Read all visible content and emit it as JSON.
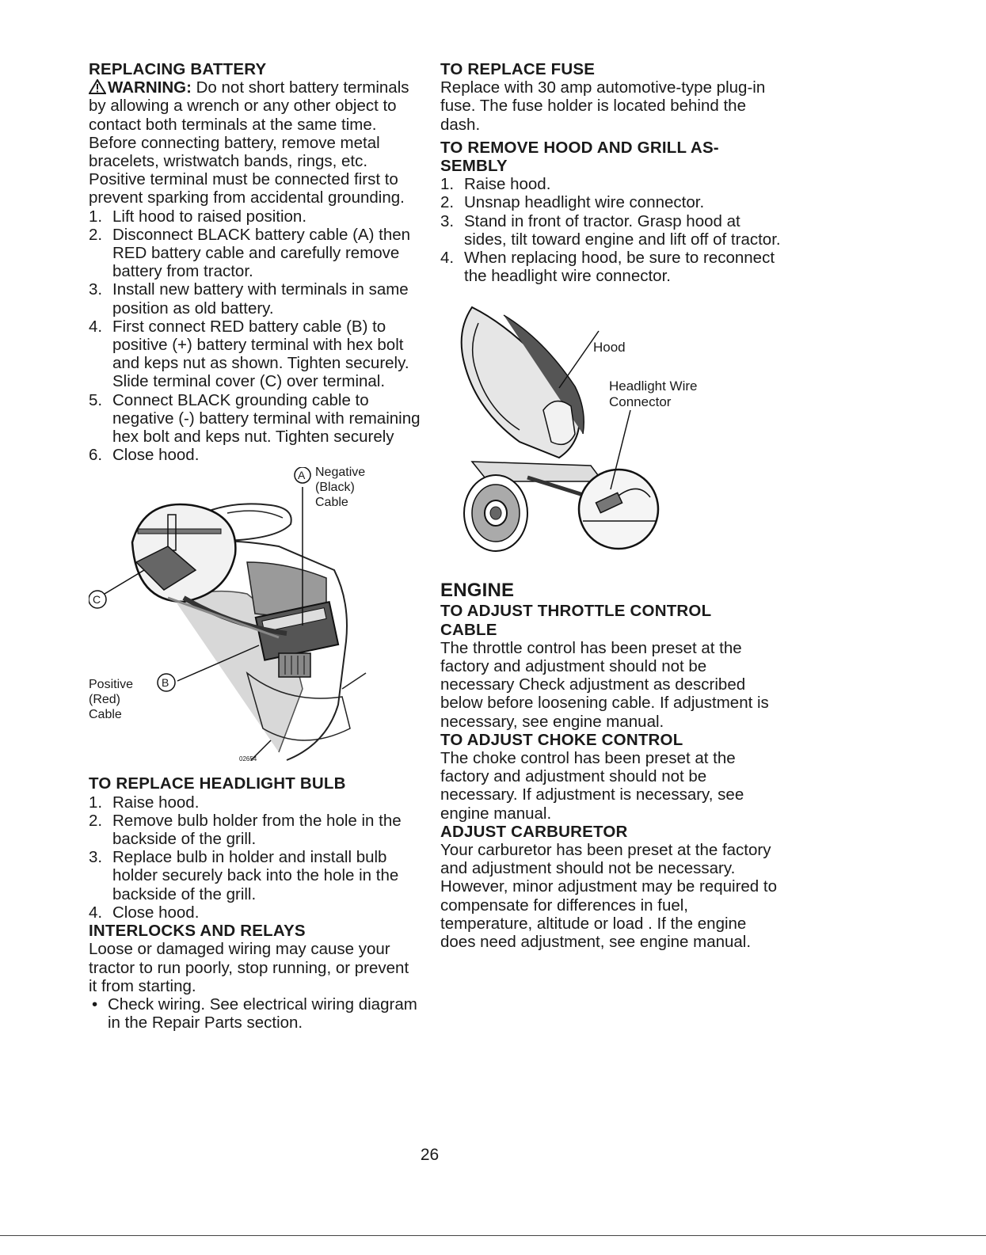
{
  "left": {
    "battery_heading": "REPLACING BATTERY",
    "warning_label": "WARNING:",
    "warning_text": "Do not short battery terminals by allowing a wrench or any other object to contact both terminals at the same time. Before connecting battery, remove metal bracelets, wristwatch bands, rings, etc.",
    "positive_note": "Positive terminal must be connected first to prevent sparking from accidental grounding.",
    "battery_steps": [
      {
        "num": "1.",
        "text": "Lift hood to raised position."
      },
      {
        "num": "2.",
        "text": "Disconnect BLACK battery cable (A) then RED battery cable and carefully remove battery from tractor."
      },
      {
        "num": "3.",
        "text": "Install new battery with terminals in same position as old battery."
      },
      {
        "num": "4.",
        "text": "First connect RED battery cable (B) to positive (+) battery terminal with hex bolt and keps nut as shown. Tighten securely. Slide terminal cover (C) over terminal."
      },
      {
        "num": "5.",
        "text": "Connect BLACK grounding cable to negative (-) battery terminal with remaining hex bolt and keps nut. Tighten securely"
      },
      {
        "num": "6.",
        "text": "Close hood."
      }
    ],
    "fig_battery": {
      "callout_a": "A",
      "callout_b": "B",
      "callout_c": "C",
      "negative_label_1": "Negative",
      "negative_label_2": "(Black)",
      "negative_label_3": "Cable",
      "positive_label_1": "Positive",
      "positive_label_2": "(Red)",
      "positive_label_3": "Cable",
      "fig_code": "02654"
    },
    "headlight_heading": "TO REPLACE HEADLIGHT BULB",
    "headlight_steps": [
      {
        "num": "1.",
        "text": "Raise hood."
      },
      {
        "num": "2.",
        "text": "Remove bulb holder from the hole in the backside of the grill."
      },
      {
        "num": "3.",
        "text": "Replace bulb in holder and install bulb holder securely back into the hole in the backside of the grill."
      },
      {
        "num": "4.",
        "text": "Close hood."
      }
    ],
    "interlocks_heading": "INTERLOCKS AND RELAYS",
    "interlocks_text": "Loose or damaged wiring may cause your tractor to run poorly, stop running, or prevent it from starting.",
    "interlocks_bullets": [
      {
        "bullet": "•",
        "text": "Check wiring. See electrical wiring diagram in the Repair Parts section."
      }
    ]
  },
  "right": {
    "fuse_heading": "TO REPLACE FUSE",
    "fuse_text": "Replace with 30 amp automotive-type plug-in fuse. The fuse holder is located behind the dash.",
    "hood_heading_1": "TO REMOVE HOOD AND GRILL AS-",
    "hood_heading_2": "SEMBLY",
    "hood_steps": [
      {
        "num": "1.",
        "text": "Raise hood."
      },
      {
        "num": "2.",
        "text": "Unsnap headlight wire connector."
      },
      {
        "num": "3.",
        "text": "Stand in front of tractor. Grasp hood at sides, tilt toward engine and lift off of tractor."
      },
      {
        "num": "4.",
        "text": "When replacing hood, be sure to reconnect the headlight wire connector."
      }
    ],
    "fig_hood": {
      "hood_label": "Hood",
      "connector_label_1": "Headlight Wire",
      "connector_label_2": "Connector"
    },
    "engine_heading": "ENGINE",
    "throttle_heading_1": "TO ADJUST THROTTLE CONTROL",
    "throttle_heading_2": "CABLE",
    "throttle_text": "The throttle control has been preset at the factory and adjustment should not be necessary Check adjustment as described below before loosening cable. If adjustment is necessary, see engine manual.",
    "choke_heading": "TO ADJUST CHOKE CONTROL",
    "choke_text": "The choke control has been preset at the factory and adjustment should not be necessary. If adjustment is necessary, see engine manual.",
    "carb_heading": "ADJUST CARBURETOR",
    "carb_text": "Your carburetor has been preset at the factory and adjustment should not be necessary. However, minor adjustment may be required to compensate for differences in fuel, temperature, altitude or load . If the engine does need adjustment, see engine manual."
  },
  "page_number": "26"
}
